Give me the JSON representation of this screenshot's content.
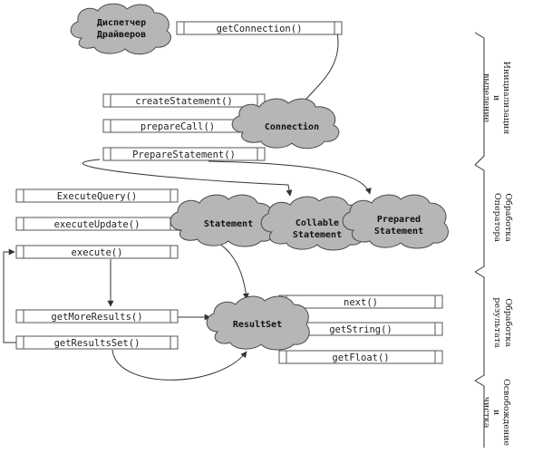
{
  "clouds": {
    "driver_manager": [
      "Диспетчер",
      "Драйверов"
    ],
    "connection": "Connection",
    "statement": "Statement",
    "callable_statement": [
      "Collable",
      "Statement"
    ],
    "prepared_statement": [
      "Prepared",
      "Statement"
    ],
    "result_set": "ResultSet"
  },
  "methods": {
    "get_connection": "getConnection()",
    "create_statement": "createStatement()",
    "prepare_call": "prepareCall()",
    "prepare_statement": "PrepareStatement()",
    "execute_query": "ExecuteQuery()",
    "execute_update": "executeUpdate()",
    "execute": "execute()",
    "get_more_results": "getMoreResults()",
    "get_results_set": "getResultsSet()",
    "next": "next()",
    "get_string": "getString()",
    "get_float": "getFloat()"
  },
  "phases": {
    "init": [
      "Инициализация",
      "и",
      "выделение"
    ],
    "operator": [
      "Обработка",
      "Оператора"
    ],
    "result": [
      "Обработка",
      "результата"
    ],
    "release": [
      "Освобождение",
      "и",
      "чистка"
    ]
  }
}
